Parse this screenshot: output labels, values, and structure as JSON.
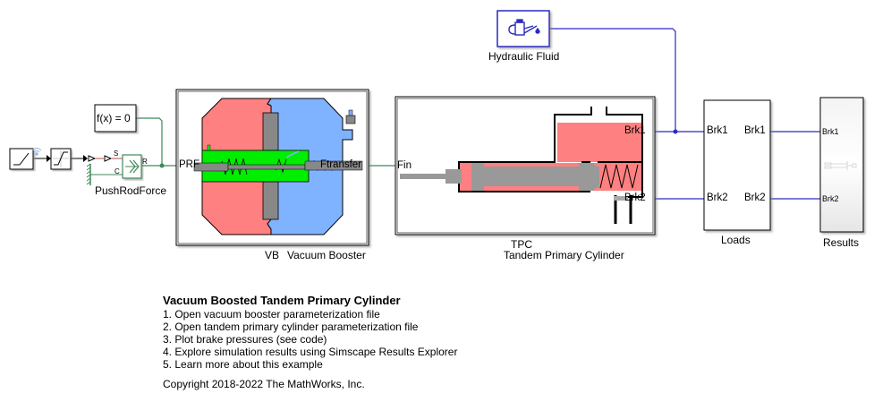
{
  "model": {
    "title": "Vacuum Boosted Tandem Primary Cylinder",
    "colors": {
      "physical_connection": "#3d8a5a",
      "hydraulic_connection": "#2b2bbf",
      "signal_line": "#000000",
      "vacuum_pressure_side": "#ff8080",
      "atmosphere_side": "#80b3ff",
      "valve_green": "#00ee00",
      "piston_gray": "#999999"
    }
  },
  "blocks": {
    "ramp": {
      "name": "ramp-source"
    },
    "saturation": {
      "name": "saturation"
    },
    "constraint": {
      "label": "f(x) = 0"
    },
    "push_rod_force": {
      "label": "PushRodForce",
      "port_s": "S",
      "port_c": "C",
      "port_r": "R"
    },
    "vacuum_booster": {
      "short": "VB",
      "label": "Vacuum Booster",
      "port_in": "PRF",
      "port_out": "Ftransfer"
    },
    "tandem_primary_cylinder": {
      "short": "TPC",
      "label": "Tandem Primary Cylinder",
      "port_in": "Fin",
      "port_brk1": "Brk1",
      "port_brk2": "Brk2"
    },
    "hydraulic_fluid": {
      "label": "Hydraulic Fluid"
    },
    "loads": {
      "label": "Loads",
      "in1": "Brk1",
      "in2": "Brk2",
      "out1": "Brk1",
      "out2": "Brk2"
    },
    "results": {
      "label": "Results",
      "in1": "Brk1",
      "in2": "Brk2"
    }
  },
  "annotation": {
    "title": "Vacuum Boosted Tandem Primary Cylinder",
    "links": [
      "1. Open vacuum booster parameterization file",
      "2. Open tandem primary cylinder parameterization file",
      "3. Plot brake pressures (see code)",
      "4. Explore simulation results using Simscape Results Explorer",
      "5. Learn more about this example"
    ],
    "copyright": "Copyright 2018-2022 The MathWorks, Inc."
  }
}
